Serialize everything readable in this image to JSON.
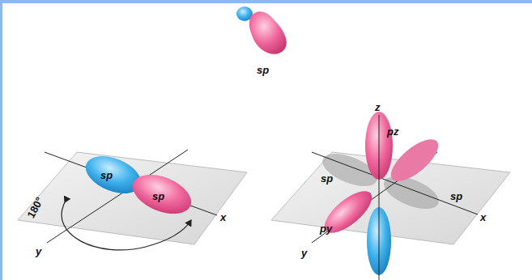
{
  "diagram": {
    "labels": [
      "sp",
      "sp",
      "sp",
      "180°",
      "y",
      "x",
      "z",
      "pz",
      "sp",
      "sp",
      "py",
      "y",
      "x"
    ]
  }
}
